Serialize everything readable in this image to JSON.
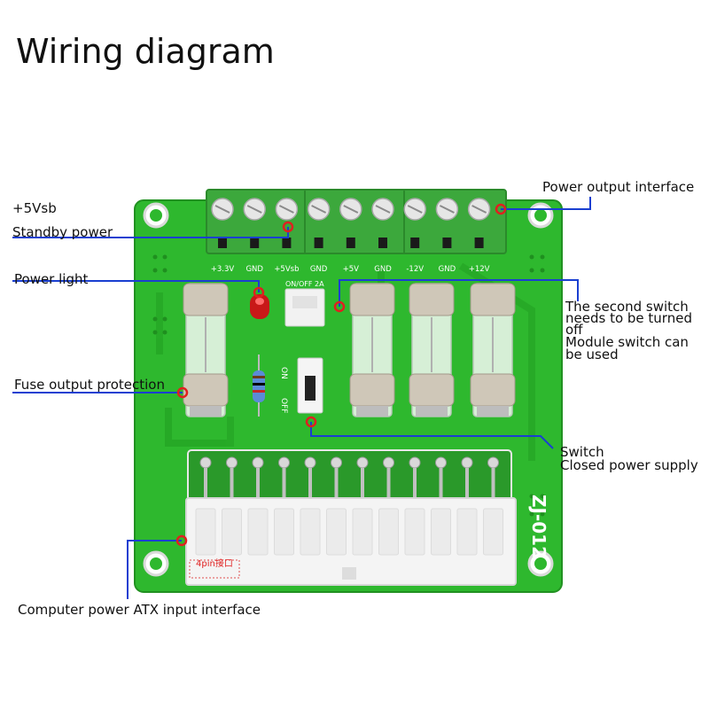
{
  "title": "Wiring diagram",
  "labels": {
    "vsb": "+5Vsb",
    "standby": "Standby power",
    "power_light": "Power light",
    "fuse": "Fuse output protection",
    "atx": "Computer power ATX input interface",
    "output": "Power output interface",
    "second_switch_1": "The second switch",
    "second_switch_2": "needs to be turned",
    "second_switch_3": "off",
    "second_switch_4": "Module switch can",
    "second_switch_5": "be used",
    "switch_1": "Switch",
    "switch_2": "Closed power supply"
  },
  "board": {
    "terminals": [
      "+3.3V",
      "GND",
      "+5Vsb",
      "GND",
      "+5V",
      "GND",
      "-12V",
      "GND",
      "+12V"
    ],
    "model": "ZJ-012",
    "on_label": "ON",
    "off_label": "OFF",
    "header_label": "ON/OFF 2A",
    "pin4_label": "4pin接口"
  },
  "colors": {
    "pcb": "#2eb82e",
    "terminal": "#3ca83c",
    "callout_line": "#1a3fd1",
    "callout_dot": "#e02020",
    "pin4_text": "#e02020"
  }
}
